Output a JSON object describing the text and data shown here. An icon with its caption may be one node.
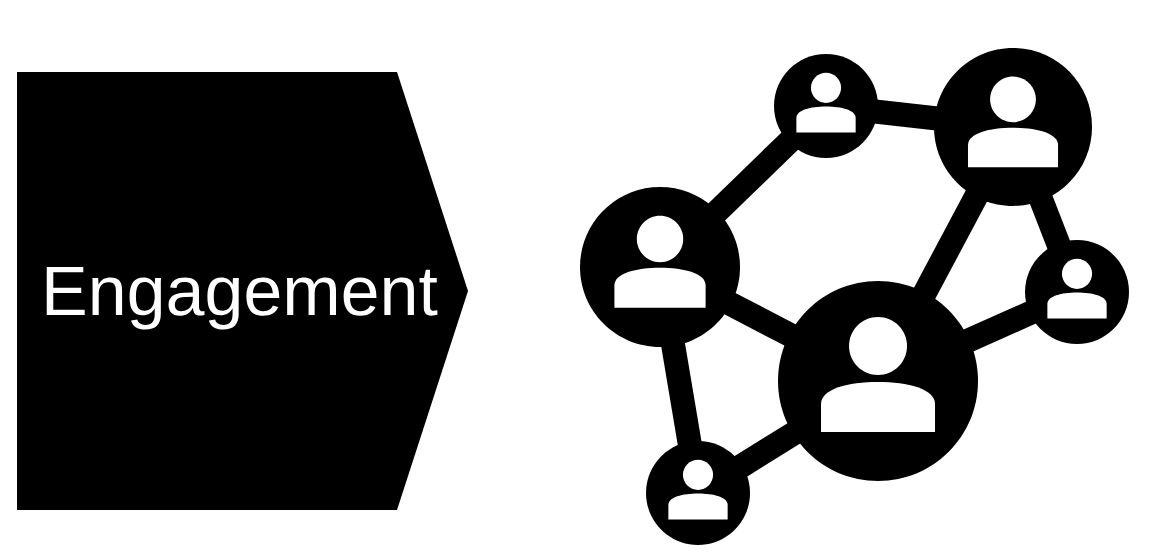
{
  "diagram": {
    "nodes": [
      {
        "text": [
          "Engagement"
        ]
      },
      {
        "text": [],
        "shape": "person"
      },
      {
        "text": [],
        "shape": "person"
      },
      {
        "text": [],
        "shape": "person"
      },
      {
        "text": [],
        "shape": "person"
      },
      {
        "text": [],
        "shape": "person"
      },
      {
        "text": [],
        "shape": "person"
      }
    ],
    "edges": [
      {
        "from": 1,
        "to": 2,
        "arrow": "none"
      },
      {
        "from": 1,
        "to": 3,
        "arrow": "none"
      },
      {
        "from": 2,
        "to": 4,
        "arrow": "none"
      },
      {
        "from": 2,
        "to": 5,
        "arrow": "none"
      },
      {
        "from": 3,
        "to": 5,
        "arrow": "none"
      },
      {
        "from": 3,
        "to": 6,
        "arrow": "none"
      },
      {
        "from": 4,
        "to": 5,
        "arrow": "none"
      },
      {
        "from": 6,
        "to": 5,
        "arrow": "none"
      }
    ]
  }
}
